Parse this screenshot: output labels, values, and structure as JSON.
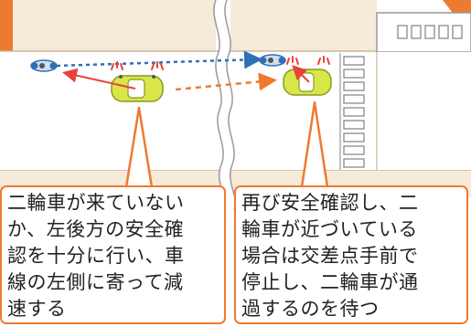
{
  "colors": {
    "accent_orange": "#ee7a2f",
    "sidewalk": "#f6ead9",
    "road": "#ffffff",
    "car_body": "#d8e64a",
    "motorbike_blue": "#2f6fb5",
    "alert_red": "#e8423b"
  },
  "captions": {
    "left": [
      "二輪車が来ていない",
      "か、左後方の安全確",
      "認を十分に行い、車",
      "線の左側に寄って減",
      "速する"
    ],
    "right": [
      "再び安全確認し、二",
      "輪車が近づいている",
      "場合は交差点手前で",
      "停止し、二輪車が通",
      "過するのを待つ"
    ]
  },
  "icons": [
    "car-icon",
    "motorcycle-icon",
    "alert-marks-icon",
    "road-break-icon"
  ]
}
